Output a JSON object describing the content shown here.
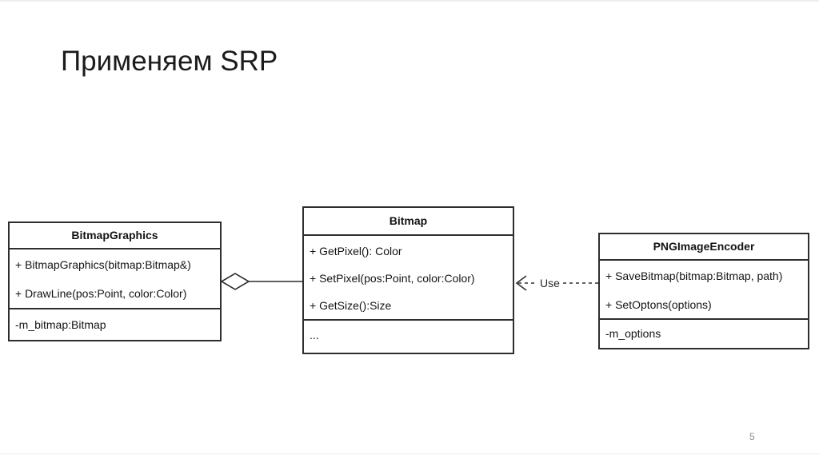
{
  "slide": {
    "title": "Применяем SRP",
    "page_number": "5"
  },
  "diagram": {
    "classes": [
      {
        "name": "BitmapGraphics",
        "methods": [
          "+ BitmapGraphics(bitmap:Bitmap&)",
          "+ DrawLine(pos:Point, color:Color)"
        ],
        "attributes": [
          "-m_bitmap:Bitmap"
        ]
      },
      {
        "name": "Bitmap",
        "methods": [
          "+ GetPixel(): Color",
          "+ SetPixel(pos:Point, color:Color)",
          "+ GetSize():Size"
        ],
        "attributes": [
          "..."
        ]
      },
      {
        "name": "PNGImageEncoder",
        "methods": [
          "+ SaveBitmap(bitmap:Bitmap, path)",
          "+ SetOptons(options)"
        ],
        "attributes": [
          "-m_options"
        ]
      }
    ],
    "connectors": [
      {
        "type": "aggregation",
        "from": "BitmapGraphics",
        "to": "Bitmap",
        "label": ""
      },
      {
        "type": "dependency",
        "from": "PNGImageEncoder",
        "to": "Bitmap",
        "label": "Use"
      }
    ],
    "colors": {
      "box_border": "#2e2e2e",
      "box_fill": "#ffffff",
      "text": "#141414",
      "title_text": "#1b1b1b",
      "page_number": "#8a8a8a"
    }
  }
}
